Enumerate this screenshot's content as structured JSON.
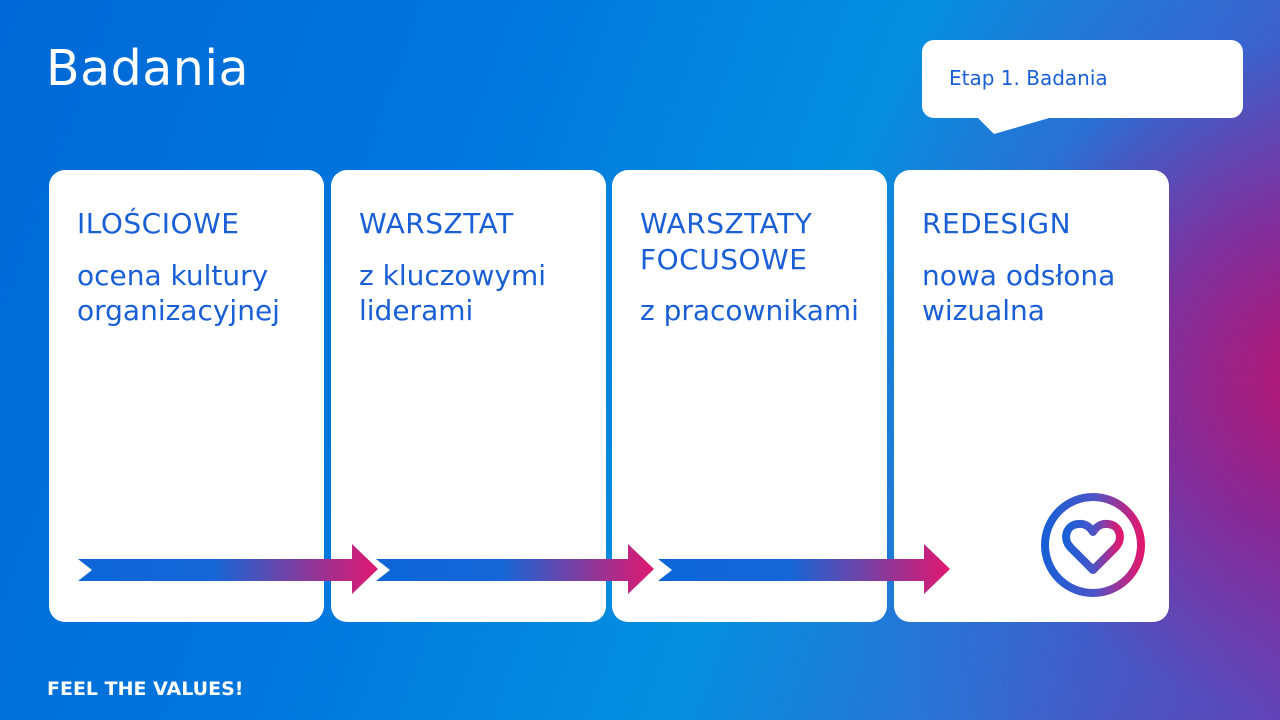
{
  "page": {
    "title": "Badania"
  },
  "stage_bubble": {
    "label": "Etap 1. Badania"
  },
  "cards": [
    {
      "title": "ILOŚCIOWE",
      "description": "ocena kultury organizacyjnej"
    },
    {
      "title": "WARSZTAT",
      "description": "z kluczowymi liderami"
    },
    {
      "title": "WARSZTATY FOCUSOWE",
      "description": "z pracownikami"
    },
    {
      "title": "REDESIGN",
      "description": "nowa odsłona wizualna"
    }
  ],
  "footer": {
    "tagline": "FEEL THE VALUES!"
  },
  "icons": [
    "arrow-icon",
    "heart-logo-icon"
  ],
  "colors": {
    "accent_blue": "#1a5fd6",
    "accent_pink": "#d61c74",
    "card_bg": "#ffffff"
  }
}
